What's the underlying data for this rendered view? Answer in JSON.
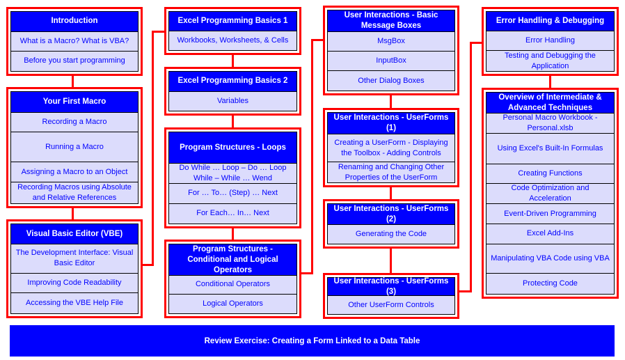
{
  "boxes": [
    {
      "title": "Introduction",
      "items": [
        "What is a Macro? What is VBA?",
        "Before you start programming"
      ]
    },
    {
      "title": "Your First Macro",
      "items": [
        "Recording a Macro",
        "Running a Macro",
        "Assigning a Macro to an Object",
        "Recording Macros using Absolute and Relative References"
      ]
    },
    {
      "title": "Visual Basic Editor (VBE)",
      "items": [
        "The Development Interface: Visual Basic Editor",
        "Improving Code Readability",
        "Accessing the VBE Help File"
      ]
    },
    {
      "title": "Excel Programming Basics 1",
      "items": [
        "Workbooks, Worksheets, & Cells"
      ]
    },
    {
      "title": "Excel Programming Basics 2",
      "items": [
        "Variables"
      ]
    },
    {
      "title": "Program Structures - Loops",
      "items": [
        "Do While … Loop – Do … Loop While – While … Wend",
        "For … To… (Step) … Next",
        "For Each… In… Next"
      ]
    },
    {
      "title": "Program Structures - Conditional and Logical Operators",
      "items": [
        "Conditional Operators",
        "Logical Operators"
      ]
    },
    {
      "title": "User Interactions - Basic Message Boxes",
      "items": [
        "MsgBox",
        "InputBox",
        "Other Dialog Boxes"
      ]
    },
    {
      "title": "User Interactions - UserForms (1)",
      "items": [
        "Creating a UserForm - Displaying the Toolbox - Adding Controls",
        "Renaming and Changing Other Properties of the UserForm"
      ]
    },
    {
      "title": "User Interactions - UserForms (2)",
      "items": [
        "Generating the Code"
      ]
    },
    {
      "title": "User Interactions - UserForms (3)",
      "items": [
        "Other UserForm Controls"
      ]
    },
    {
      "title": "Error Handling & Debugging",
      "items": [
        "Error Handling",
        "Testing and Debugging the Application"
      ]
    },
    {
      "title": "Overview of Intermediate & Advanced Techniques",
      "items": [
        "Personal Macro Workbook - Personal.xlsb",
        "Using Excel's Built-In Formulas",
        "Creating Functions",
        "Code Optimization and Acceleration",
        "Event-Driven Programming",
        "Excel Add-Ins",
        "Manipulating VBA Code using VBA",
        "Protecting Code"
      ]
    }
  ],
  "banner": "Review Exercise: Creating a Form Linked to a Data Table",
  "colors": {
    "frame": "#ff0000",
    "header": "#0000ff",
    "row": "#dcdcfc"
  }
}
